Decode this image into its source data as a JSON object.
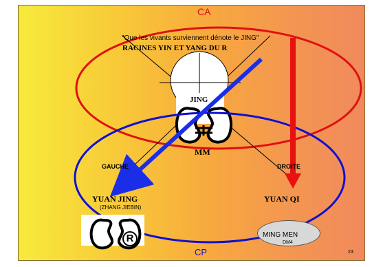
{
  "labels": {
    "ca": "CA",
    "cp": "CP",
    "quote": "\"Que les vivants surviennent dénote le JING\"",
    "racines": "RACINES YIN ET YANG DU R",
    "jing": "JING",
    "mm": "MM",
    "gauche": "GAUCHE",
    "droite": "DROITE",
    "yuan_jing": "YUAN   JING",
    "zhang_jiebin": "(ZHANG JIEBIN)",
    "yuan_qi": "YUAN QI",
    "r_symbol": "R",
    "ming_men": "MING MEN",
    "dm4": "DM4",
    "page_number": "23"
  },
  "colors": {
    "ca_ellipse": "#e01010",
    "cp_ellipse": "#1010d0",
    "blue_arrow": "#1a2ee8",
    "red_arrow": "#e81010",
    "ca_text": "#d81010",
    "cp_text": "#1010c0"
  },
  "icons": [
    "head-icon",
    "kidneys-icon",
    "small-kidneys-icon",
    "ming-men-icon"
  ]
}
